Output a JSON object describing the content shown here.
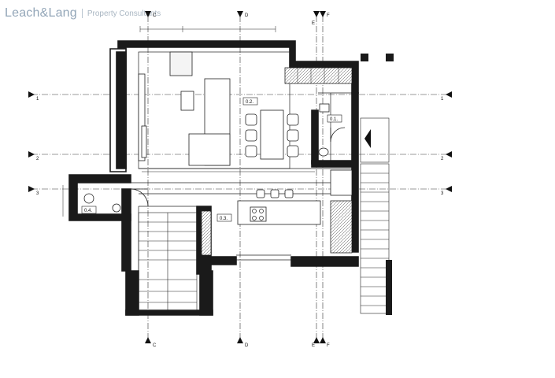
{
  "brand": {
    "name": "Leach&Lang",
    "separator": "|",
    "tagline": "Property Consultants"
  },
  "rooms": [
    {
      "id": "0.1",
      "label": "0.1."
    },
    {
      "id": "0.2",
      "label": "0.2."
    },
    {
      "id": "0.3",
      "label": "0.3."
    },
    {
      "id": "0.4",
      "label": "0.4."
    }
  ],
  "axes": {
    "vertical": [
      "C",
      "D",
      "E",
      "F",
      "C",
      "D",
      "E",
      "F"
    ],
    "horizontal": [
      "1",
      "2",
      "3",
      "1",
      "2",
      "3"
    ]
  },
  "colors": {
    "wall": "#1a1a1a",
    "line": "#222222",
    "brand": "#93a6b8",
    "background": "#ffffff"
  }
}
